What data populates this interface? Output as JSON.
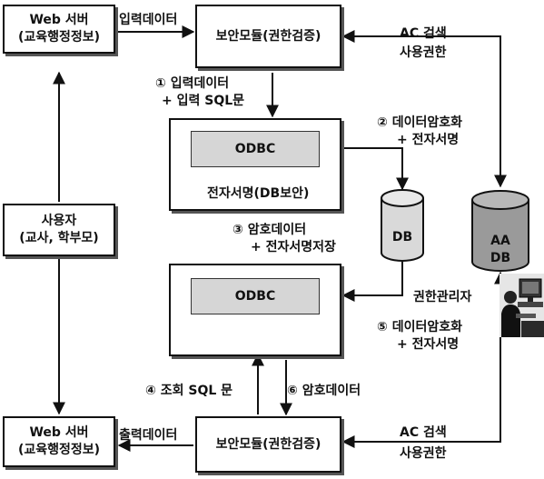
{
  "nodes": {
    "web_server_top": {
      "line1": "Web 서버",
      "line2": "(교육행정정보)"
    },
    "security_module_top": "보안모듈(권한검증)",
    "odbc_top": "ODBC",
    "signature_db_security": "전자서명(DB보안)",
    "db": "DB",
    "aa_db": {
      "line1": "AA",
      "line2": "DB"
    },
    "user": {
      "line1": "사용자",
      "line2": "(교사, 학부모)"
    },
    "odbc_bottom": "ODBC",
    "web_server_bottom": {
      "line1": "Web 서버",
      "line2": "(교육행정정보)"
    },
    "security_module_bottom": "보안모듈(권한검증)"
  },
  "labels": {
    "input_data": "입력데이터",
    "ac_search_top": {
      "line1": "AC 검색",
      "line2": "사용권한"
    },
    "step1": {
      "line1": "① 입력데이터",
      "line2": "+ 입력 SQL문"
    },
    "step2": {
      "line1": "② 데이터암호화",
      "line2": "+ 전자서명"
    },
    "step3": {
      "line1": "③ 암호데이터",
      "line2": "+ 전자서명저장"
    },
    "rights_management": "권한관리자",
    "step5": {
      "line1": "⑤ 데이터암호화",
      "line2": "+ 전자서명"
    },
    "step4": "④ 조회 SQL 문",
    "step6": "⑥ 암호데이터",
    "output_data": "출력데이터",
    "ac_search_bottom": {
      "line1": "AC 검색",
      "line2": "사용권한"
    }
  },
  "colors": {
    "ink": "#111111",
    "odbc_fill": "#d6d6d6",
    "db_fill": "#d9d9d9",
    "aa_db_fill": "#9a9a9a"
  },
  "icons": {
    "admin": "administrator-with-computer-icon"
  }
}
